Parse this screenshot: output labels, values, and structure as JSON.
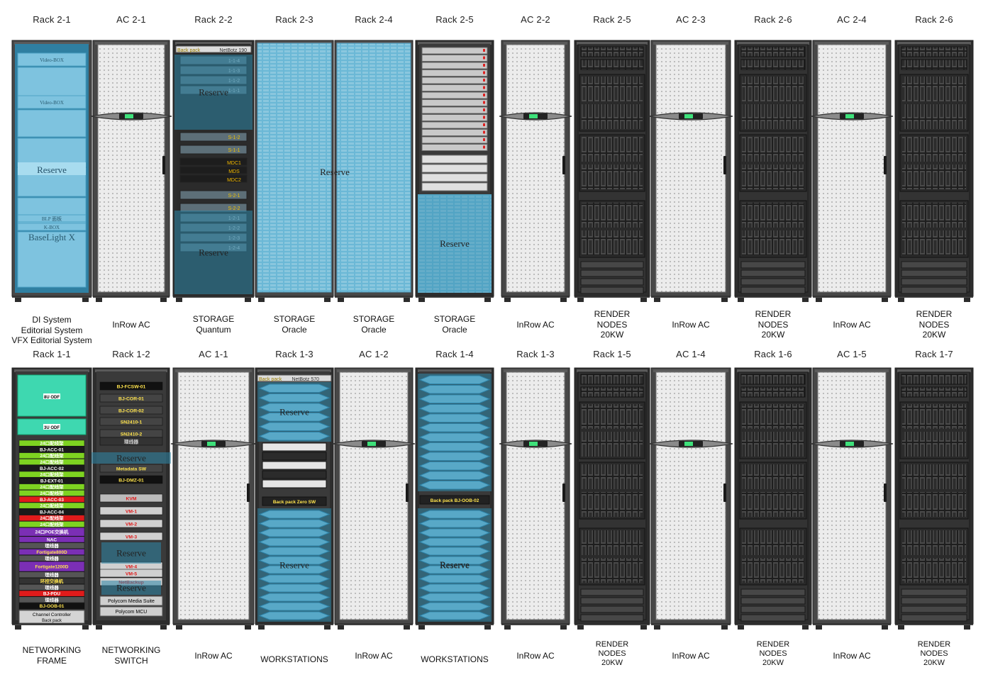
{
  "rows": [
    {
      "racks": [
        {
          "title": "Rack 2-1",
          "kind": "di",
          "caption": [
            "DI System",
            "Editorial System",
            "VFX Editorial System"
          ]
        },
        {
          "title": "AC 2-1",
          "kind": "ac",
          "caption": [
            "InRow AC"
          ]
        },
        {
          "title": "Rack 2-2",
          "kind": "storage-quantum",
          "caption": [
            "STORAGE",
            "Quantum"
          ]
        },
        {
          "title": "Rack 2-3",
          "kind": "storage-oracle",
          "caption": [
            "STORAGE",
            "Oracle"
          ]
        },
        {
          "title": "Rack 2-4",
          "kind": "storage-oracle",
          "caption": [
            "STORAGE",
            "Oracle"
          ]
        },
        {
          "title": "Rack 2-5",
          "kind": "storage-oracle-2",
          "caption": [
            "STORAGE",
            "Oracle"
          ]
        },
        {
          "title": "AC 2-2",
          "kind": "ac",
          "caption": [
            "InRow AC"
          ]
        },
        {
          "title": "Rack 2-5",
          "kind": "render",
          "caption": [
            "RENDER",
            "NODES",
            "20KW"
          ]
        },
        {
          "title": "AC 2-3",
          "kind": "ac",
          "caption": [
            "InRow AC"
          ]
        },
        {
          "title": "Rack 2-6",
          "kind": "render",
          "caption": [
            "RENDER",
            "NODES",
            "20KW"
          ]
        },
        {
          "title": "AC 2-4",
          "kind": "ac",
          "caption": [
            "InRow AC"
          ]
        },
        {
          "title": "Rack 2-6",
          "kind": "render",
          "caption": [
            "RENDER",
            "NODES",
            "20KW"
          ]
        }
      ]
    },
    {
      "racks": [
        {
          "title": "Rack 1-1",
          "kind": "net-frame",
          "caption": [
            "NETWORKING",
            "FRAME"
          ]
        },
        {
          "title": "Rack 1-2",
          "kind": "net-switch",
          "caption": [
            "NETWORKING",
            "SWITCH"
          ]
        },
        {
          "title": "AC 1-1",
          "kind": "ac",
          "caption": [
            "InRow AC"
          ]
        },
        {
          "title": "Rack 1-3",
          "kind": "workstations-a",
          "caption": [
            "WORKSTATIONS"
          ]
        },
        {
          "title": "AC 1-2",
          "kind": "ac",
          "caption": [
            "InRow AC"
          ]
        },
        {
          "title": "Rack 1-4",
          "kind": "workstations-b",
          "caption": [
            "WORKSTATIONS"
          ]
        },
        {
          "title": "Rack 1-3",
          "kind": "ac",
          "caption": [
            "InRow AC"
          ]
        },
        {
          "title": "Rack 1-5",
          "kind": "render",
          "caption": [
            "RENDER",
            "NODES",
            "20KW"
          ]
        },
        {
          "title": "AC 1-4",
          "kind": "ac",
          "caption": [
            "InRow AC"
          ]
        },
        {
          "title": "Rack 1-6",
          "kind": "render",
          "caption": [
            "RENDER",
            "NODES",
            "20KW"
          ]
        },
        {
          "title": "AC 1-5",
          "kind": "ac",
          "caption": [
            "InRow AC"
          ]
        },
        {
          "title": "Rack 1-7",
          "kind": "render",
          "caption": [
            "RENDER",
            "NODES",
            "20KW"
          ]
        }
      ]
    }
  ],
  "labels": {
    "reserve": "Reserve",
    "video_box": "Video-BOX",
    "blp": "BLP 面板",
    "k_box": "K-BOX",
    "baselight": "BaseLight X",
    "netbotz_190": "NetBotz 190",
    "netbotz_570": "NetBotz 570",
    "back_pack": "Back pack",
    "zero_sw": "Back pack  Zero SW",
    "oob_02": "Back pack  BJ-OOB-02",
    "odf_1": "8U ODF",
    "odf_2": "3U ODF",
    "quantum_units": [
      "1-1-4",
      "1-1-3",
      "1-1-2",
      "1-1-1",
      "S-1-2",
      "S-1-1",
      "MDC1",
      "MDS",
      "MDC2",
      "S-2-1",
      "S-2-2",
      "1-2-1",
      "1-2-2",
      "1-2-3",
      "1-2-4"
    ],
    "frame_units": [
      "24口配线架",
      "BJ-ACC-01",
      "24口配线架",
      "24口配线架",
      "BJ-ACC-02",
      "24口配线架",
      "BJ-EXT-01",
      "24口配线架",
      "24口配线架",
      "BJ-ACC-03",
      "24口配线架",
      "BJ-ACC-04",
      "24口配线架",
      "24口配线架",
      "24口POE交换机",
      "NAC",
      "理线器",
      "Fortigate800D",
      "理线器",
      "Fortigate1200D",
      "理线器",
      "环控交换机",
      "理线器",
      "BJ-PDU",
      "理线器",
      "BJ-OOB-01",
      "理线器"
    ],
    "switch_units": [
      "BJ-FCSW-01",
      "BJ-COR-01",
      "BJ-COR-02",
      "SN2410-1",
      "SN2410-2",
      "理线器",
      "Metadata SW",
      "BJ-DMZ-01",
      "KVM",
      "VM-1",
      "VM-2",
      "VM-3",
      "VM-4",
      "VM-5",
      "NetBackup"
    ],
    "polycom_media": "Polycom Media Suite",
    "polycom_mcu": "Polycom MCU",
    "channel_controller": "Channel Controller"
  },
  "colors": {
    "rack_frame": "#3c3c3c",
    "rack_dark": "#2a2a2a",
    "reserve_overlay": "#2e86a8",
    "reserve_light": "#8fd0ea",
    "odf_green": "#3ed8b0",
    "lime": "#7ed321",
    "red": "#e01b1b",
    "purple": "#7b2fb5",
    "yellow_text": "#ffe44d"
  }
}
